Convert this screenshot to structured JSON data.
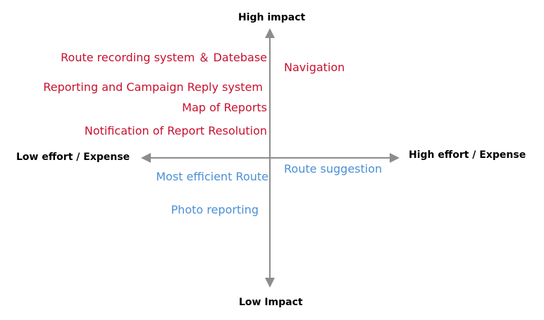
{
  "axes": {
    "top": "High impact",
    "bottom": "Low Impact",
    "left": "Low effort / Expense",
    "right": "High effort / Expense"
  },
  "colors": {
    "axis": "#8c8c8c",
    "high_impact_text": "#c8102e",
    "low_impact_text": "#4a8fd6",
    "axis_label_text": "#000000"
  },
  "quadrants": {
    "high_impact_low_effort": [
      "Route recording system ＆ Datebase",
      "Reporting and Campaign Reply system",
      "Map of Reports",
      "Notification of Report Resolution"
    ],
    "high_impact_high_effort": [
      "Navigation"
    ],
    "low_impact_low_effort": [
      "Most efficient Route",
      "Photo reporting"
    ],
    "low_impact_high_effort": [
      "Route suggestion"
    ]
  }
}
